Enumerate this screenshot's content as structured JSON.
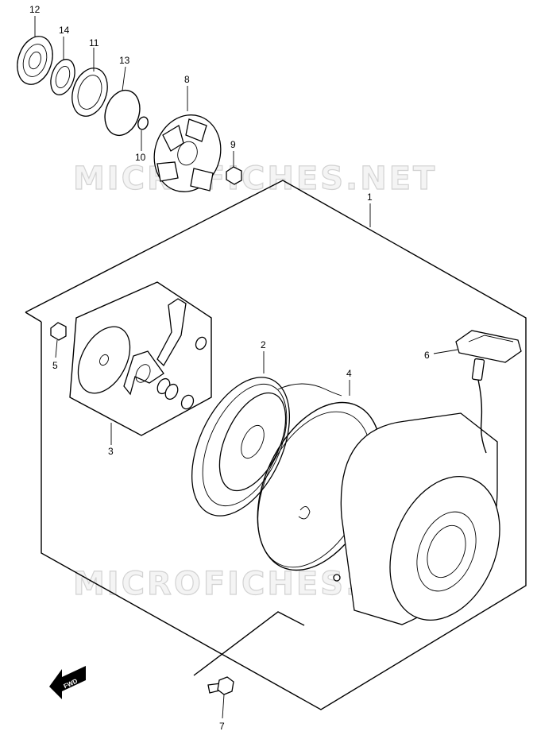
{
  "callouts": [
    {
      "label": "12"
    },
    {
      "label": "14"
    },
    {
      "label": "11"
    },
    {
      "label": "13"
    },
    {
      "label": "8"
    },
    {
      "label": "9"
    },
    {
      "label": "10"
    },
    {
      "label": "1"
    },
    {
      "label": "5"
    },
    {
      "label": "3"
    },
    {
      "label": "2"
    },
    {
      "label": "4"
    },
    {
      "label": "6"
    },
    {
      "label": "7"
    }
  ],
  "watermark": "MICROFICHES.NET",
  "direction_label": "FWD"
}
